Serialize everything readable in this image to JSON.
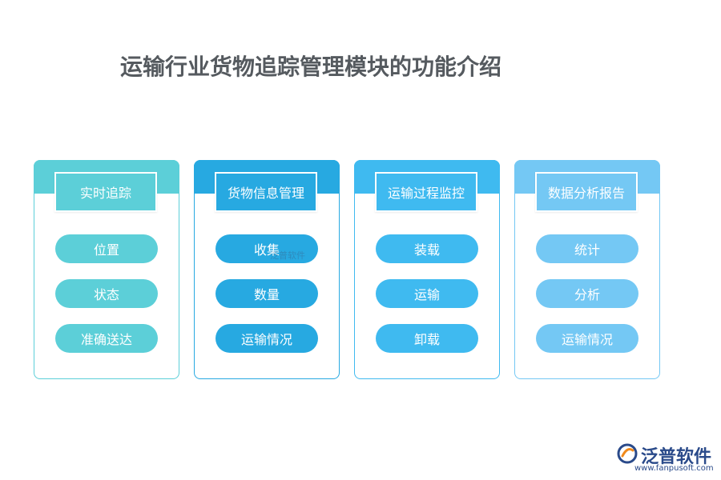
{
  "title": "运输行业货物追踪管理模块的功能介绍",
  "columns": [
    {
      "header": "实时追踪",
      "color": "#5ccfd8",
      "items": [
        "位置",
        "状态",
        "准确送达"
      ]
    },
    {
      "header": "货物信息管理",
      "color": "#27a9e1",
      "items": [
        "收集",
        "数量",
        "运输情况"
      ]
    },
    {
      "header": "运输过程监控",
      "color": "#3fbaf0",
      "items": [
        "装载",
        "运输",
        "卸载"
      ]
    },
    {
      "header": "数据分析报告",
      "color": "#74c8f4",
      "items": [
        "统计",
        "分析",
        "运输情况"
      ]
    }
  ],
  "watermark": "泛普软件",
  "logo": {
    "name": "泛普软件",
    "url": "www.fanpusoft.com",
    "icon": "fanpu-logo-icon"
  }
}
